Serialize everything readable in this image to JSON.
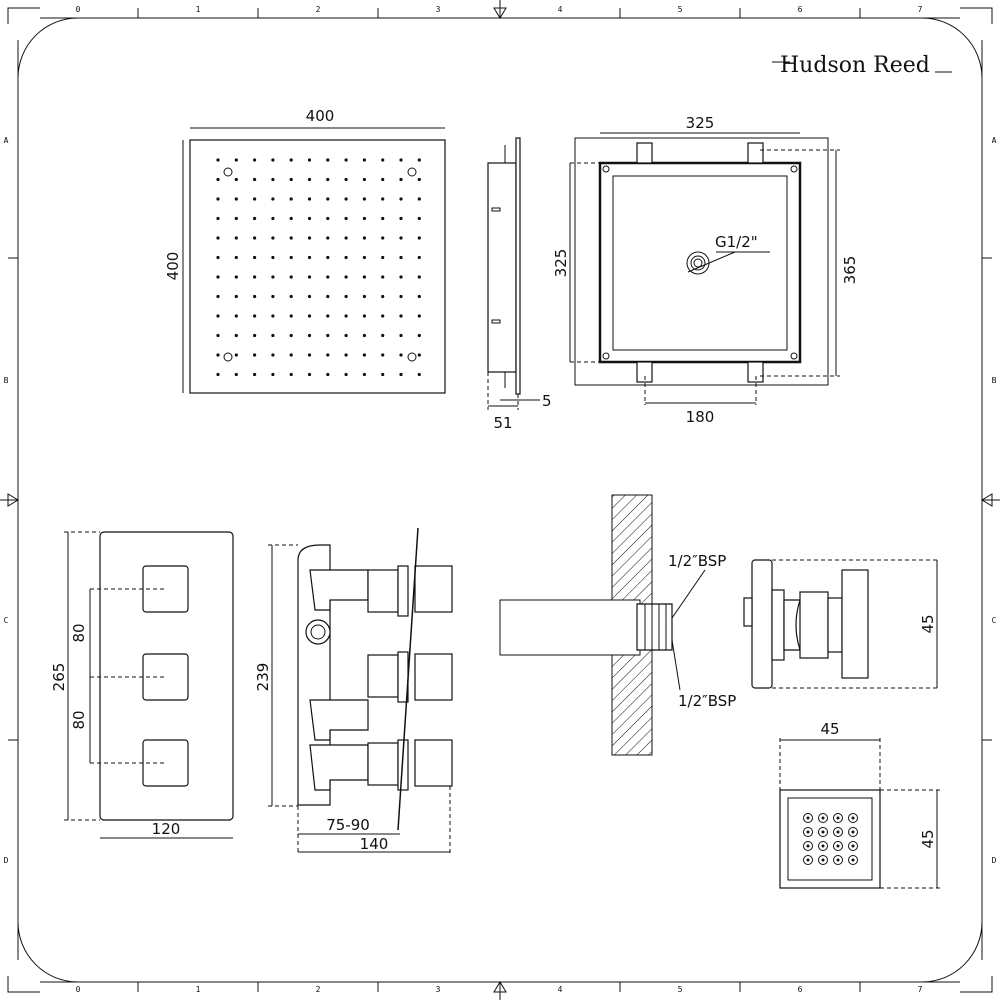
{
  "brand": {
    "logo": "Hudson Reed"
  },
  "ruler": {
    "columns": [
      "0",
      "1",
      "2",
      "3",
      "4",
      "5",
      "6",
      "7"
    ],
    "rows": [
      "A",
      "B",
      "C",
      "D"
    ]
  },
  "shower_head": {
    "width": "400",
    "height": "400"
  },
  "side_profile": {
    "depth": "51",
    "plate": "5"
  },
  "back_view": {
    "inner": "325",
    "inner_v": "325",
    "outer_v": "365",
    "spacing": "180",
    "inlet": "G1/2\""
  },
  "valve_front": {
    "height": "265",
    "spacing_1": "80",
    "spacing_2": "80",
    "width": "120"
  },
  "valve_side": {
    "height": "239",
    "depth_range": "75-90",
    "depth": "140"
  },
  "wall_arm": {
    "thread_top": "1/2″BSP",
    "thread_bottom": "1/2″BSP"
  },
  "body_jet": {
    "side_height": "45",
    "front_width": "45",
    "front_height": "45"
  }
}
